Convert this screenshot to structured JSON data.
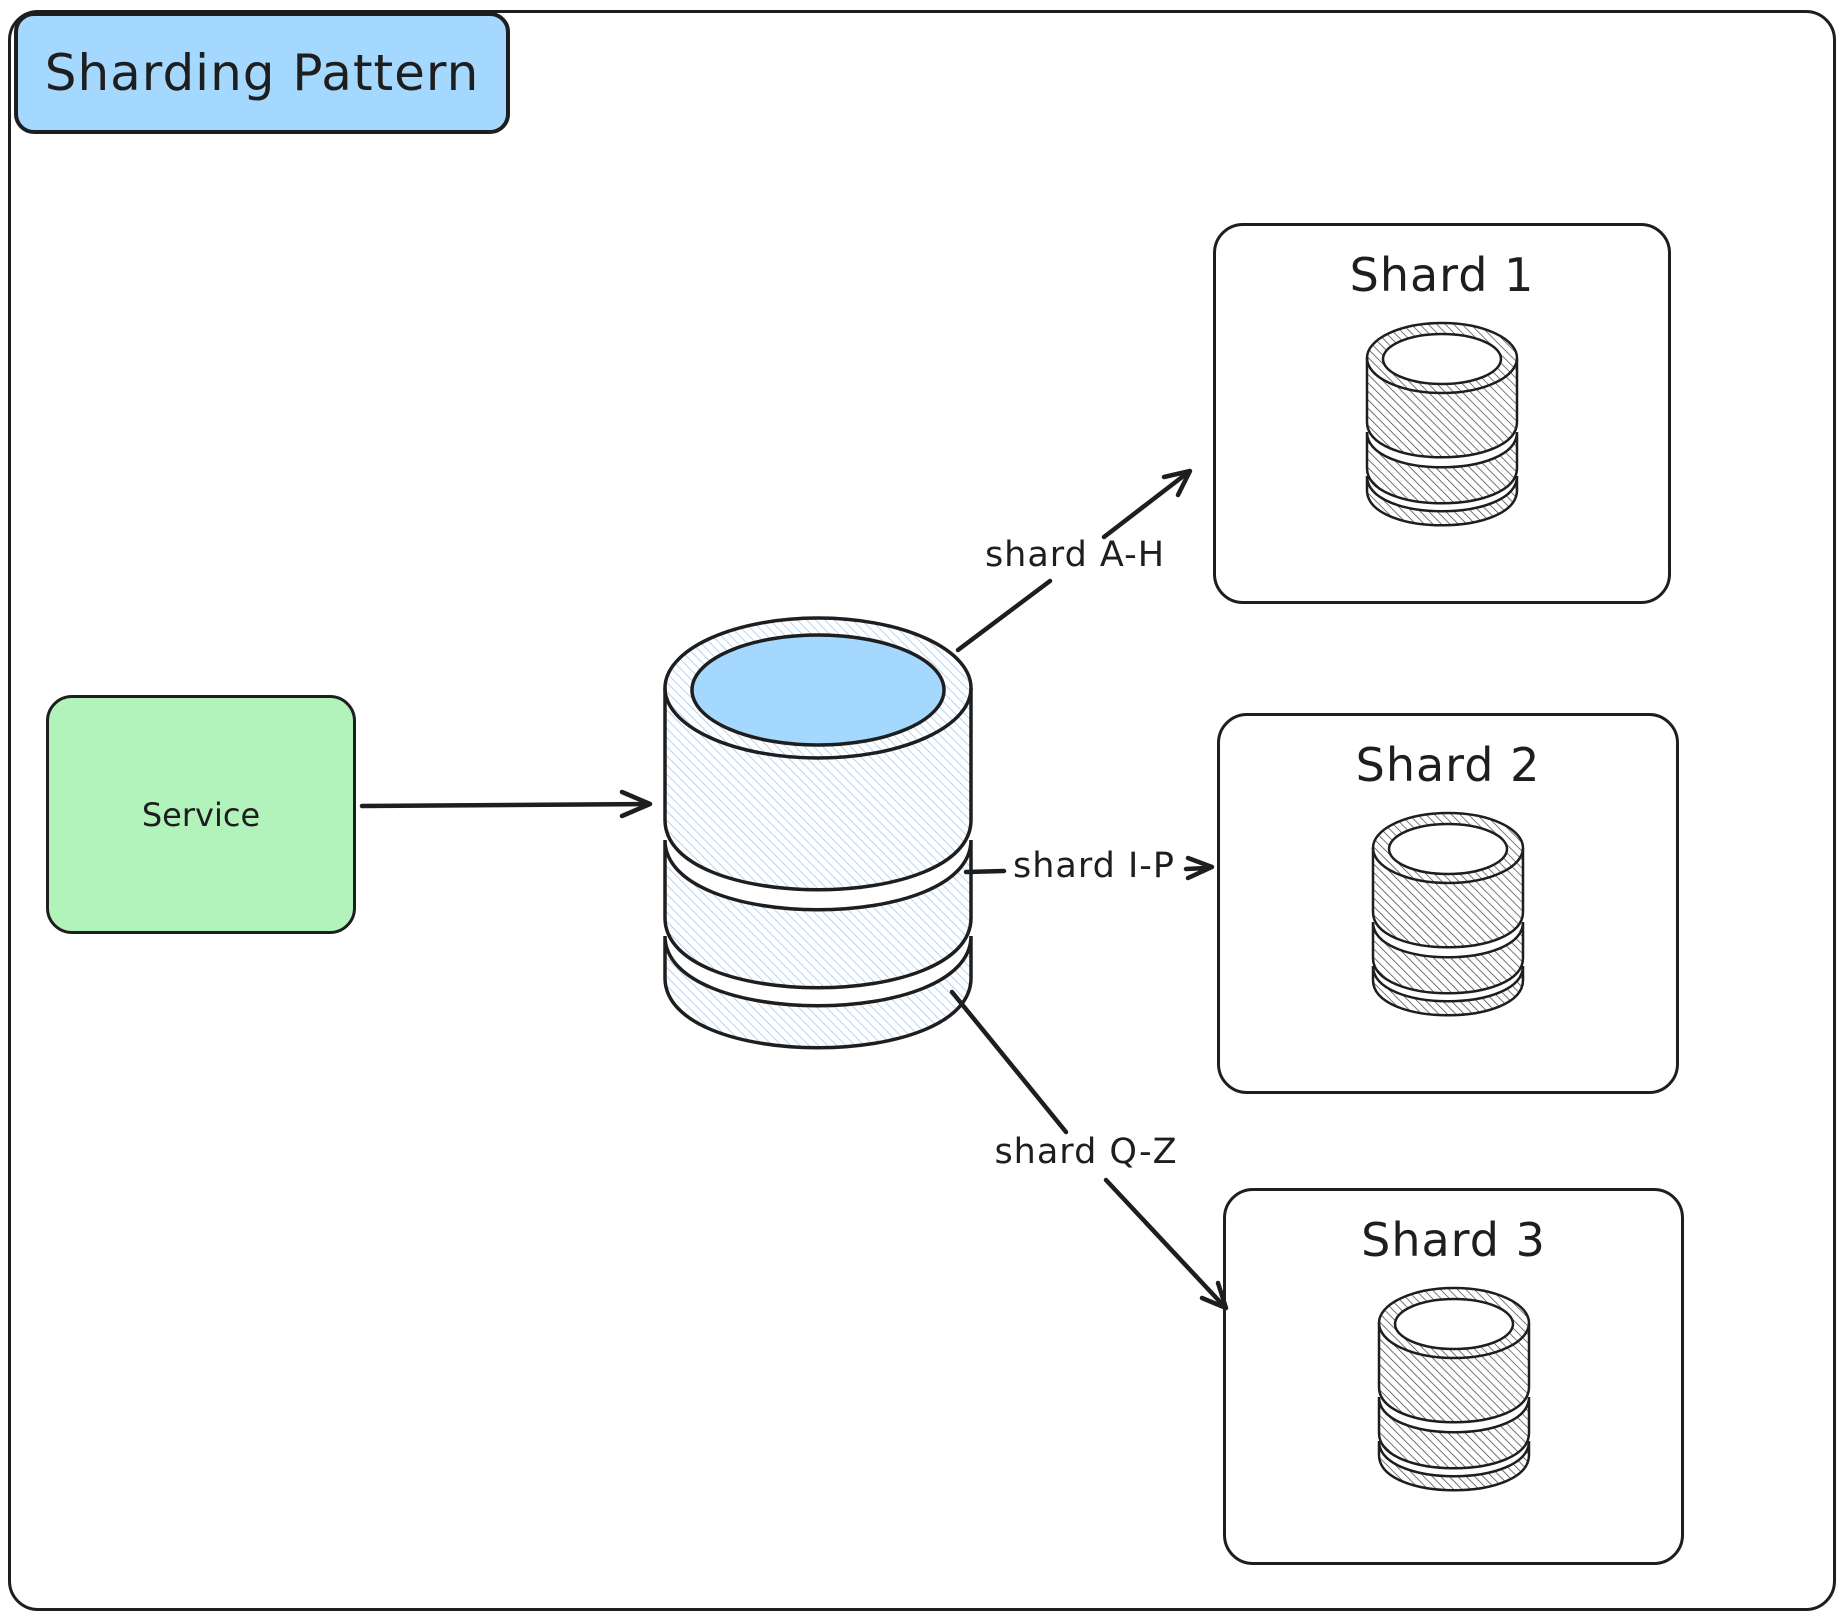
{
  "diagram": {
    "title": "Sharding Pattern",
    "service": {
      "label": "Service"
    },
    "router_db": {
      "icon": "database-icon"
    },
    "edges": [
      {
        "label": "shard A-H"
      },
      {
        "label": "shard I-P"
      },
      {
        "label": "shard Q-Z"
      }
    ],
    "shards": [
      {
        "title": "Shard 1",
        "icon": "database-icon"
      },
      {
        "title": "Shard 2",
        "icon": "database-icon"
      },
      {
        "title": "Shard 3",
        "icon": "database-icon"
      }
    ],
    "colors": {
      "stroke": "#1e1e1e",
      "title_fill": "#a5d8ff",
      "service_fill": "#b2f2bb",
      "db_top_fill": "#a5d8ff",
      "db_body_hatch": "#a9cdef",
      "shard_db_hatch": "#3d3d3d",
      "background": "#ffffff"
    }
  }
}
